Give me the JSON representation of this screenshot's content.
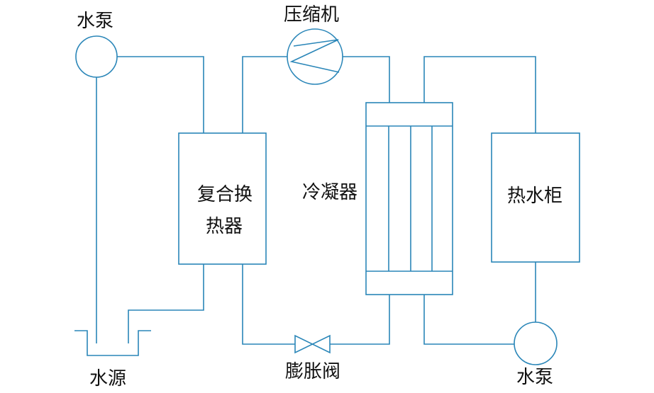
{
  "colors": {
    "line": "#2a86b8",
    "text": "#111111",
    "background": "#ffffff"
  },
  "labels": {
    "pump_top": "水泵",
    "compressor": "压缩机",
    "composite_exchanger_line1": "复合换",
    "composite_exchanger_line2": "热器",
    "condenser": "冷凝器",
    "hot_water_tank": "热水柜",
    "water_source": "水源",
    "expansion_valve": "膨胀阀",
    "pump_bottom": "水泵"
  },
  "icons": {
    "pump": "circle",
    "compressor": "circle-with-zigzag",
    "expansion_valve": "bowtie",
    "condenser": "shell-and-tube",
    "water_source": "open-tank"
  }
}
